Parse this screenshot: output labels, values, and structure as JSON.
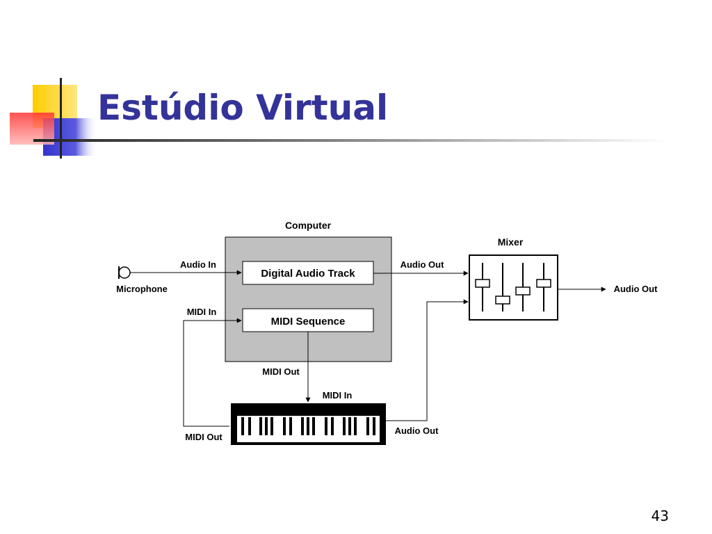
{
  "slide": {
    "title": "Estúdio Virtual",
    "page_number": "43"
  },
  "colors": {
    "title": "#333399",
    "deco_yellow": "#FFCC00",
    "deco_blue": "#3333CC",
    "deco_red": "#FF3333",
    "computer_fill": "#C0C0C0"
  },
  "diagram": {
    "microphone_label": "Microphone",
    "computer_label": "Computer",
    "mixer_label": "Mixer",
    "digital_audio_track": "Digital Audio Track",
    "midi_sequence": "MIDI Sequence",
    "audio_in": "Audio In",
    "audio_out_computer": "Audio Out",
    "audio_out_mixer": "Audio Out",
    "audio_out_keyboard": "Audio Out",
    "midi_in_computer": "MIDI In",
    "midi_out_computer": "MIDI Out",
    "midi_in_keyboard": "MIDI In",
    "midi_out_keyboard": "MIDI Out"
  }
}
